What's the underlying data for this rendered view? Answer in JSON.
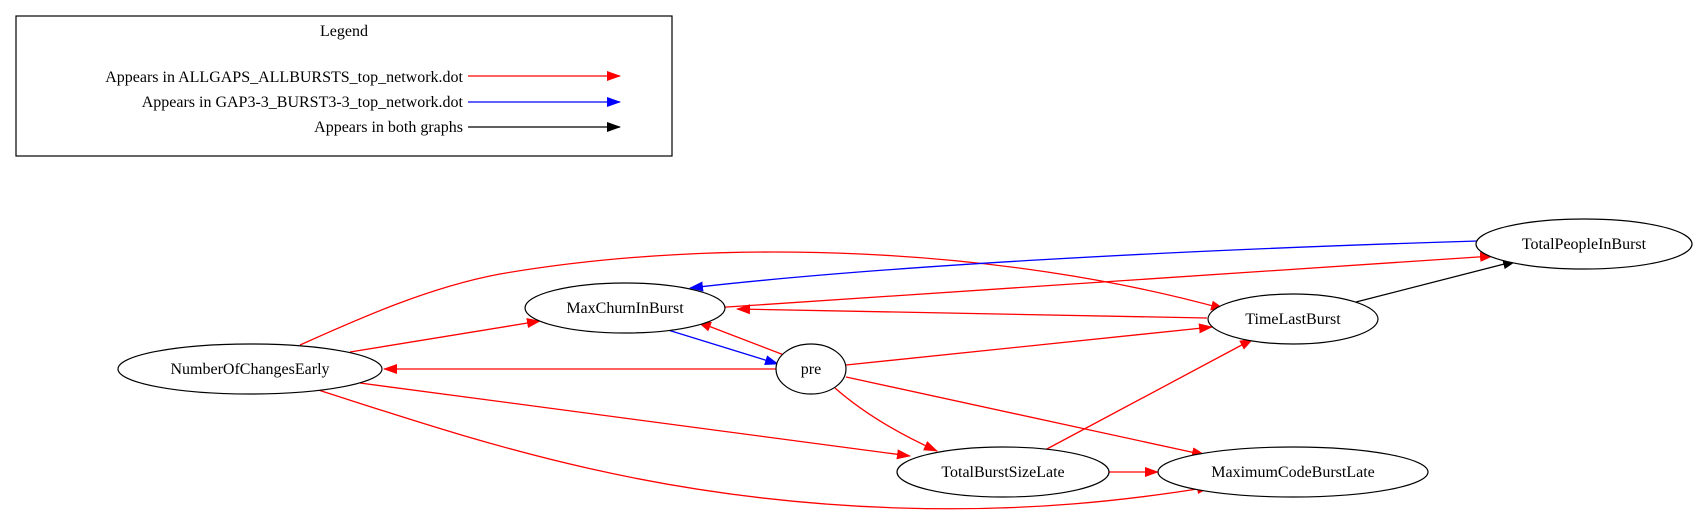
{
  "legend": {
    "title": "Legend",
    "entries": [
      {
        "label": "Appears in ALLGAPS_ALLBURSTS_top_network.dot",
        "color": "#ff0000"
      },
      {
        "label": "Appears in GAP3-3_BURST3-3_top_network.dot",
        "color": "#0000ff"
      },
      {
        "label": "Appears in both graphs",
        "color": "#000000"
      }
    ]
  },
  "nodes": {
    "number_of_changes_early": "NumberOfChangesEarly",
    "max_churn_in_burst": "MaxChurnInBurst",
    "pre": "pre",
    "time_last_burst": "TimeLastBurst",
    "total_people_in_burst": "TotalPeopleInBurst",
    "total_burst_size_late": "TotalBurstSizeLate",
    "maximum_code_burst_late": "MaximumCodeBurstLate"
  },
  "edges": [
    {
      "from": "NumberOfChangesEarly",
      "to": "MaxChurnInBurst",
      "color": "#ff0000"
    },
    {
      "from": "NumberOfChangesEarly",
      "to": "TimeLastBurst",
      "color": "#ff0000"
    },
    {
      "from": "NumberOfChangesEarly",
      "to": "TotalBurstSizeLate",
      "color": "#ff0000"
    },
    {
      "from": "NumberOfChangesEarly",
      "to": "MaximumCodeBurstLate",
      "color": "#ff0000"
    },
    {
      "from": "MaxChurnInBurst",
      "to": "pre",
      "color": "#0000ff"
    },
    {
      "from": "pre",
      "to": "MaxChurnInBurst",
      "color": "#ff0000"
    },
    {
      "from": "pre",
      "to": "NumberOfChangesEarly",
      "color": "#ff0000"
    },
    {
      "from": "pre",
      "to": "TimeLastBurst",
      "color": "#ff0000"
    },
    {
      "from": "pre",
      "to": "TotalBurstSizeLate",
      "color": "#ff0000"
    },
    {
      "from": "pre",
      "to": "MaximumCodeBurstLate",
      "color": "#ff0000"
    },
    {
      "from": "TimeLastBurst",
      "to": "MaxChurnInBurst",
      "color": "#ff0000"
    },
    {
      "from": "TimeLastBurst",
      "to": "TotalPeopleInBurst",
      "color": "#000000"
    },
    {
      "from": "TotalPeopleInBurst",
      "to": "MaxChurnInBurst",
      "color": "#0000ff"
    },
    {
      "from": "MaxChurnInBurst",
      "to": "TotalPeopleInBurst",
      "color": "#ff0000"
    },
    {
      "from": "TotalBurstSizeLate",
      "to": "TimeLastBurst",
      "color": "#ff0000"
    },
    {
      "from": "TotalBurstSizeLate",
      "to": "MaximumCodeBurstLate",
      "color": "#ff0000"
    }
  ]
}
